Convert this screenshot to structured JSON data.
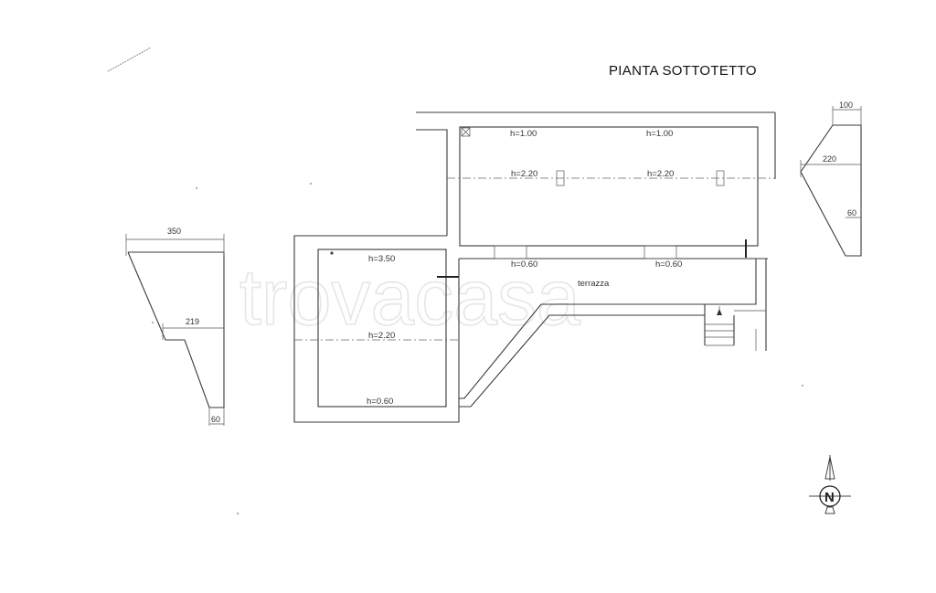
{
  "title": "PIANTA SOTTOTETTO",
  "watermark": "trovacasa",
  "rooms": {
    "upper": {
      "h_left_top": "h=1.00",
      "h_right_top": "h=1.00",
      "h_left_mid": "h=2.20",
      "h_right_mid": "h=2.20"
    },
    "left_room": {
      "h_top": "h=3.50",
      "h_mid": "h=2.20",
      "h_bottom": "h=0.60"
    },
    "terrace": {
      "label": "terrazza",
      "h_left": "h=0.60",
      "h_right": "h=0.60"
    }
  },
  "left_section": {
    "dim_top": "350",
    "dim_mid": "219",
    "dim_bottom": "60"
  },
  "right_section": {
    "dim_top": "100",
    "dim_mid": "220",
    "dim_bottom": "60"
  },
  "compass": {
    "letter": "N"
  }
}
